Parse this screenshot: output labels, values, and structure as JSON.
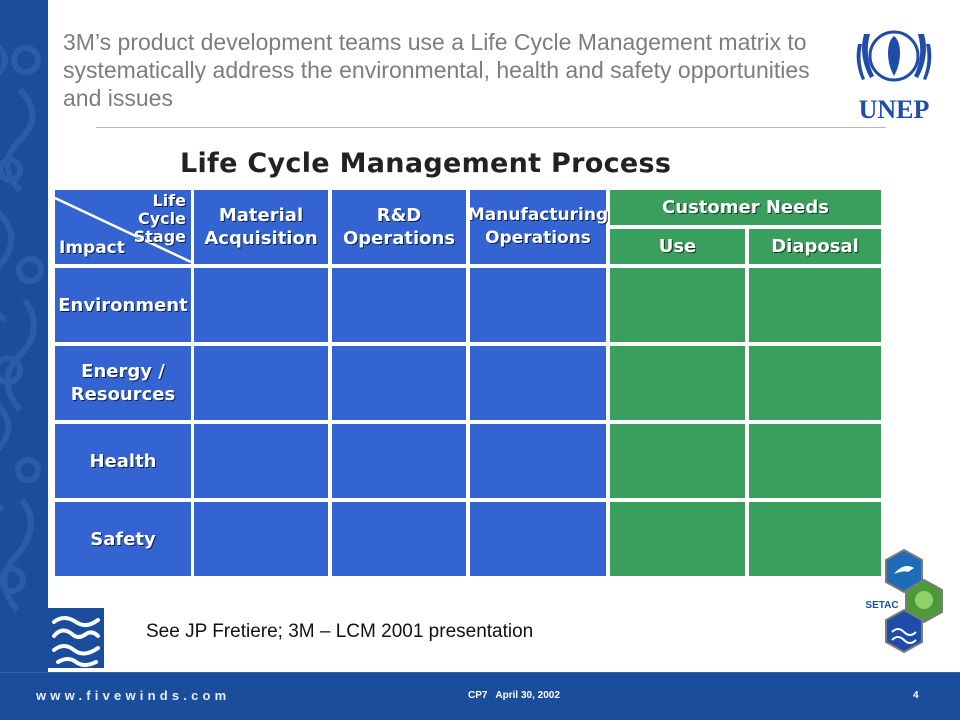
{
  "slide": {
    "title": "3M’s product development teams use a Life Cycle Management matrix to systematically address the environmental, health and safety opportunities and issues",
    "credit": "See JP Fretiere; 3M – LCM 2001 presentation"
  },
  "logos": {
    "unep_text": "UNEP",
    "setac_text": "SETAC"
  },
  "matrix": {
    "title": "Life Cycle Management Process",
    "corner_stage": "Life Cycle Stage",
    "corner_impact": "Impact",
    "stage_headers": [
      "Material Acquisition",
      "R&D Operations",
      "Manufacturing Operations"
    ],
    "customer_header": "Customer Needs",
    "customer_subheaders": [
      "Use",
      "Diaposal"
    ],
    "impact_rows": [
      "Environment",
      "Energy / Resources",
      "Health",
      "Safety"
    ],
    "colors": {
      "blue": "#3464d2",
      "green": "#3a9e5c"
    }
  },
  "footer": {
    "url": "www.fivewinds.com",
    "meta": "CP7   April 30, 2002",
    "page": "4"
  }
}
